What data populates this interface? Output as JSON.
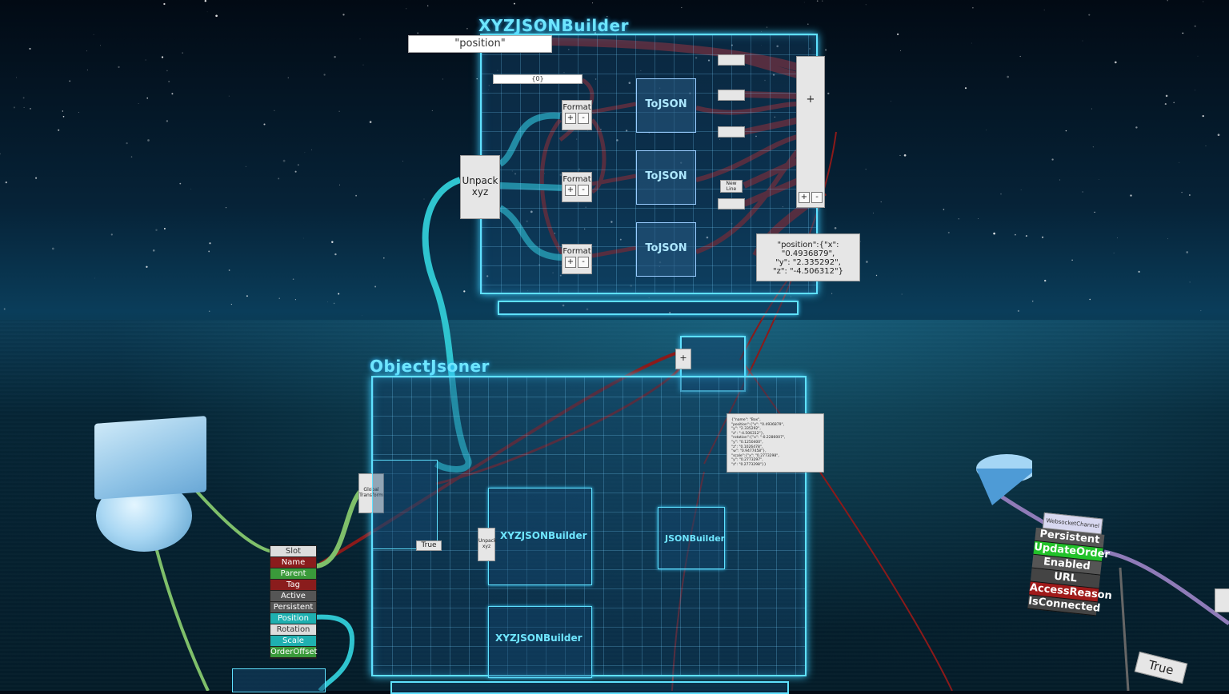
{
  "xyz_builder": {
    "title": "XYZJSONBuilder",
    "position_field": "\"position\"",
    "empty_field": "{0}",
    "unpack_label": "Unpack\nxyz",
    "format_label": "Format",
    "tojson_label": "ToJSON",
    "plus_label": "+",
    "minus_label": "-",
    "newline_label": "New\nLine",
    "output_text": "\"position\":{\"x\":\n\"0.4936879\",\n\"y\": \"2.335292\",\n\"z\": \"-4.506312\"}"
  },
  "object_jsoner": {
    "title": "ObjectJsoner",
    "global_transform_label": "Global\nTransform",
    "true_label": "True",
    "inner_builder_title": "XYZJSONBuilder",
    "inner_builder_title2": "XYZJSONBuilder",
    "json_builder_title": "JSONBuilder",
    "unpack_label": "Unpack\nxyz",
    "output_text": "{\"name\": \"Box\",\n\"position\":{\"x\": \"0.4936879\",\n\"y\": \"2.335292\",\n\"z\": \"-4.506312\"},\n\"rotation\":{\"x\": \"-0.2286007\",\n\"y\": \"0.1250400\",\n\"z\": \"0.1026478\",\n\"w\": \"0.9477458\"},\n\"scale\":{\"x\": \"0.2773298\",\n\"y\": \"0.2773297\",\n\"z\": \"0.2773298\"}}"
  },
  "slot_node": {
    "rows": [
      {
        "label": "Slot",
        "color": "#dddddd",
        "text": "#333333"
      },
      {
        "label": "Name",
        "color": "#8a1c1c",
        "text": "#ffffff"
      },
      {
        "label": "Parent",
        "color": "#3a9a3a",
        "text": "#ffffff"
      },
      {
        "label": "Tag",
        "color": "#8a1c1c",
        "text": "#ffffff"
      },
      {
        "label": "Active",
        "color": "#555555",
        "text": "#ffffff"
      },
      {
        "label": "Persistent",
        "color": "#555555",
        "text": "#ffffff"
      },
      {
        "label": "Position",
        "color": "#1fb0b0",
        "text": "#ffffff"
      },
      {
        "label": "Rotation",
        "color": "#dddddd",
        "text": "#333333"
      },
      {
        "label": "Scale",
        "color": "#1fb0b0",
        "text": "#ffffff"
      },
      {
        "label": "OrderOffset",
        "color": "#3a9a3a",
        "text": "#ffffff"
      }
    ]
  },
  "websocket_node": {
    "header": "WebsocketChannel",
    "rows": [
      {
        "label": "Persistent",
        "color": "#555555"
      },
      {
        "label": "UpdateOrder",
        "color": "#22c22a"
      },
      {
        "label": "Enabled",
        "color": "#555555"
      },
      {
        "label": "URL",
        "color": "#444444"
      },
      {
        "label": "AccessReason",
        "color": "#a01a1a"
      },
      {
        "label": "IsConnected",
        "color": "#444444"
      }
    ]
  },
  "true_node_label": "True",
  "colors": {
    "wire_red": "#8b1a1a",
    "wire_cyan": "#2fc4cf",
    "wire_green": "#7fbf6a",
    "panel_glow": "#5fe1ff",
    "title": "#6fe6ff"
  }
}
